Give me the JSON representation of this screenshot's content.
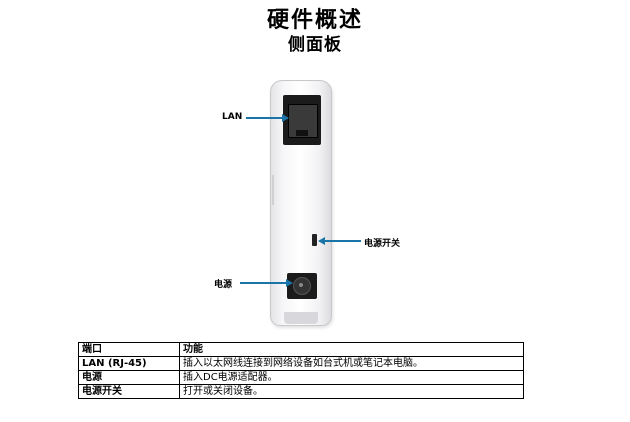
{
  "title": "硬件概述",
  "subtitle": "侧面板",
  "callouts": {
    "lan": "LAN",
    "power_switch": "电源开关",
    "power": "电源"
  },
  "colors": {
    "arrow": "#1a74a8"
  },
  "table": {
    "headers": [
      "端口",
      "功能"
    ],
    "rows": [
      {
        "port": "LAN (RJ-45)",
        "function": "插入以太网线连接到网络设备如台式机或笔记本电脑。"
      },
      {
        "port": "电源",
        "function": "插入DC电源适配器。"
      },
      {
        "port": "电源开关",
        "function": "打开或关闭设备。"
      }
    ]
  }
}
